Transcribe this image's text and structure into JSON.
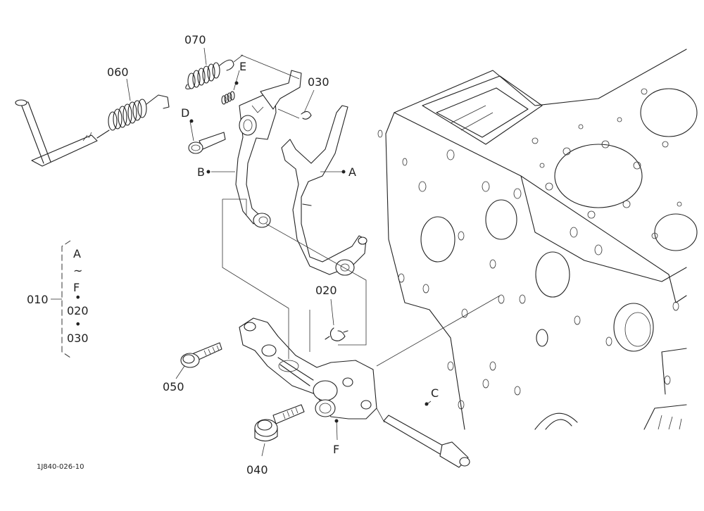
{
  "callouts": {
    "p060": "060",
    "p070": "070",
    "p030": "030",
    "p020": "020",
    "p050": "050",
    "p040": "040",
    "pE": "E",
    "pD": "D",
    "pB": "B",
    "pA": "A",
    "pC": "C",
    "pF": "F"
  },
  "assembly": {
    "label": "010",
    "from": "A",
    "tilde": "~",
    "to": "F",
    "dot1": "•",
    "plus1": "020",
    "dot2": "•",
    "plus2": "030"
  },
  "reference_code": "1J840-026-10"
}
